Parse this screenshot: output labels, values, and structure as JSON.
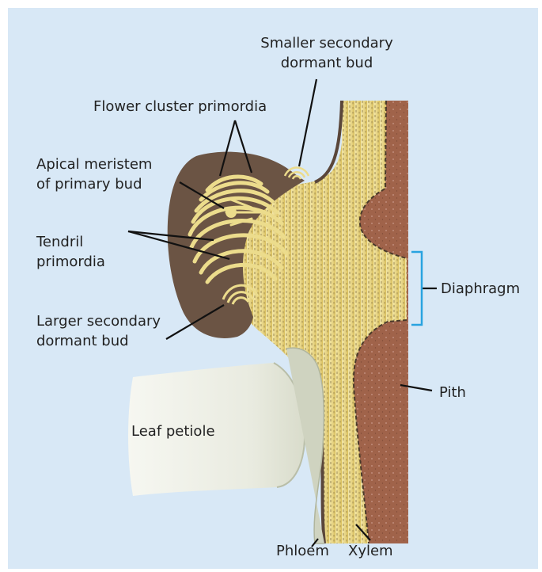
{
  "labels": {
    "smaller_secondary_bud": "Smaller secondary\ndormant bud",
    "flower_cluster_primordia": "Flower cluster primordia",
    "apical_meristem": "Apical meristem\nof primary bud",
    "tendril_primordia": "Tendril\nprimordia",
    "larger_secondary_bud": "Larger secondary\ndormant bud",
    "leaf_petiole": "Leaf petiole",
    "diaphragm": "Diaphragm",
    "pith": "Pith",
    "phloem": "Phloem",
    "xylem": "Xylem"
  },
  "colors": {
    "background_panel": "#d8e8f6",
    "pith": "#a0634a",
    "xylem": "#e8d58a",
    "bud_tissue": "#6b5444",
    "primordia": "#ecdc8c",
    "petiole": "#f0f1ea",
    "diaphragm_bracket": "#29a3e0"
  }
}
